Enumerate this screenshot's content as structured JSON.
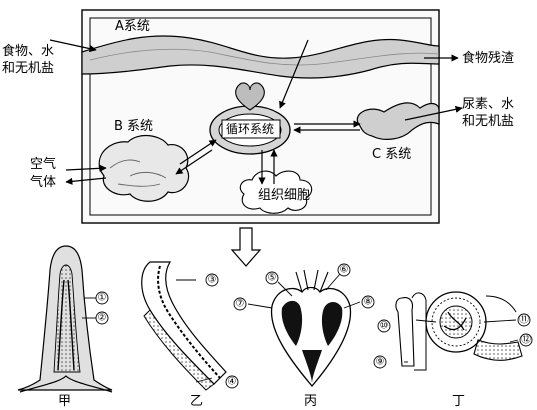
{
  "top": {
    "system_a": "A系统",
    "system_b": "B 系统",
    "system_c": "C 系统",
    "input_food_line1": "食物、水",
    "input_food_line2": "和无机盐",
    "output_residue": "食物残渣",
    "output_urine_line1": "尿素、水",
    "output_urine_line2": "和无机盐",
    "air_in": "空气",
    "gas_out": "气体",
    "circulation": "循环系统",
    "tissue_cells": "组织细胞"
  },
  "bottom": {
    "panel_jia": {
      "caption": "甲",
      "markers": [
        "①",
        "②"
      ]
    },
    "panel_yi": {
      "caption": "乙",
      "markers": [
        "③",
        "④"
      ]
    },
    "panel_bing": {
      "caption": "丙",
      "markers": [
        "⑤",
        "⑥",
        "⑦",
        "⑧"
      ]
    },
    "panel_ding": {
      "caption": "丁",
      "markers": [
        "⑨",
        "⑩",
        "⑪",
        "⑫"
      ]
    }
  },
  "colors": {
    "ink": "#000000",
    "tube_fill": "#c8c8c8",
    "dark": "#222222"
  }
}
